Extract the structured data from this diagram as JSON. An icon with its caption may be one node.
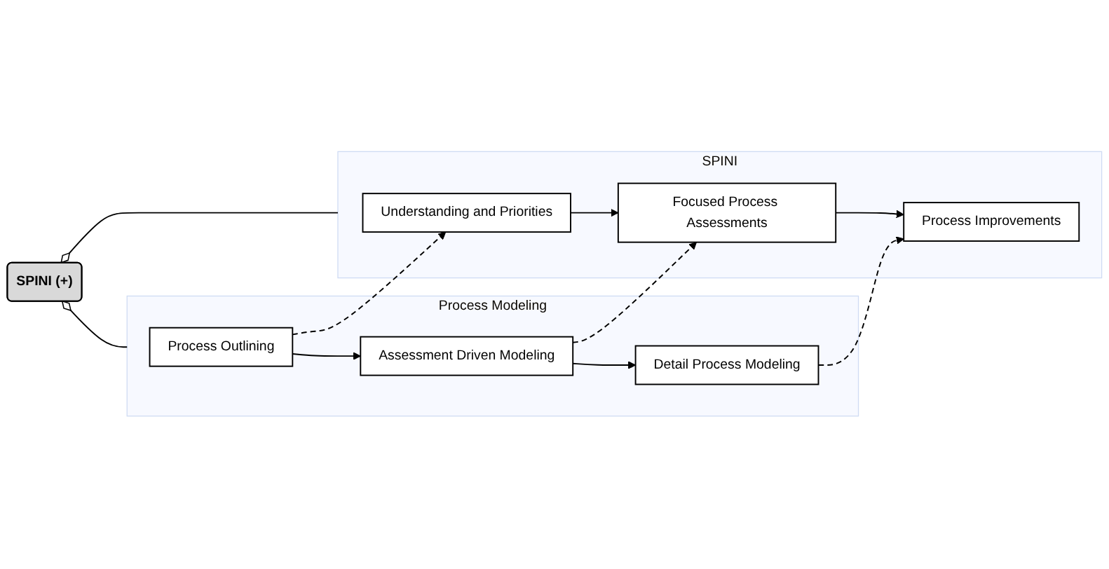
{
  "diagram": {
    "nodes": [
      {
        "text": [
          "SPINI (+)"
        ]
      },
      {
        "text": [
          "SPINI"
        ]
      },
      {
        "text": [
          "Understanding and Priorities"
        ],
        "in": 1
      },
      {
        "text": [
          "Focused Process Assessments"
        ],
        "in": 1
      },
      {
        "text": [
          "Process Improvements"
        ],
        "in": 1
      },
      {
        "text": [
          "Process Modeling"
        ]
      },
      {
        "text": [
          "Process Outlining"
        ],
        "in": 5
      },
      {
        "text": [
          "Assessment Driven Modeling"
        ],
        "in": 5
      },
      {
        "text": [
          "Detail Process Modeling"
        ],
        "in": 5
      }
    ],
    "edges": [
      {
        "from": 0,
        "to": 1,
        "arrow": "other"
      },
      {
        "from": 0,
        "to": 5,
        "arrow": "other"
      },
      {
        "from": 2,
        "to": 3,
        "arrow": "to"
      },
      {
        "from": 3,
        "to": 4,
        "arrow": "to"
      },
      {
        "from": 6,
        "to": 7,
        "arrow": "to"
      },
      {
        "from": 7,
        "to": 8,
        "arrow": "to"
      },
      {
        "from": 6,
        "to": 2,
        "arrow": "to",
        "style": "dashed"
      },
      {
        "from": 7,
        "to": 3,
        "arrow": "to",
        "style": "dashed"
      },
      {
        "from": 8,
        "to": 4,
        "arrow": "to",
        "style": "dashed"
      }
    ]
  }
}
